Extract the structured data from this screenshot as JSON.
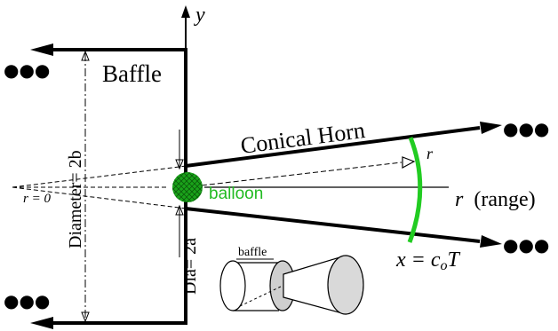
{
  "labels": {
    "baffle": "Baffle",
    "conical_horn": "Conical Horn",
    "balloon": "balloon",
    "y_axis": "y",
    "r_origin": "r = 0",
    "r_point": "r",
    "range_var": "r",
    "range_word": "(range)",
    "diameter": "Diameter= 2b",
    "dia": "Dia= 2a",
    "wavefront": "x = c",
    "wavefront_sub": "o",
    "wavefront_T": "T",
    "inset_baffle": "baffle"
  },
  "colors": {
    "balloon": "#1aa31a",
    "wavefront": "#22cc22",
    "balloon_text": "#22bb22",
    "ink": "#000000"
  },
  "continuation": "●●●"
}
